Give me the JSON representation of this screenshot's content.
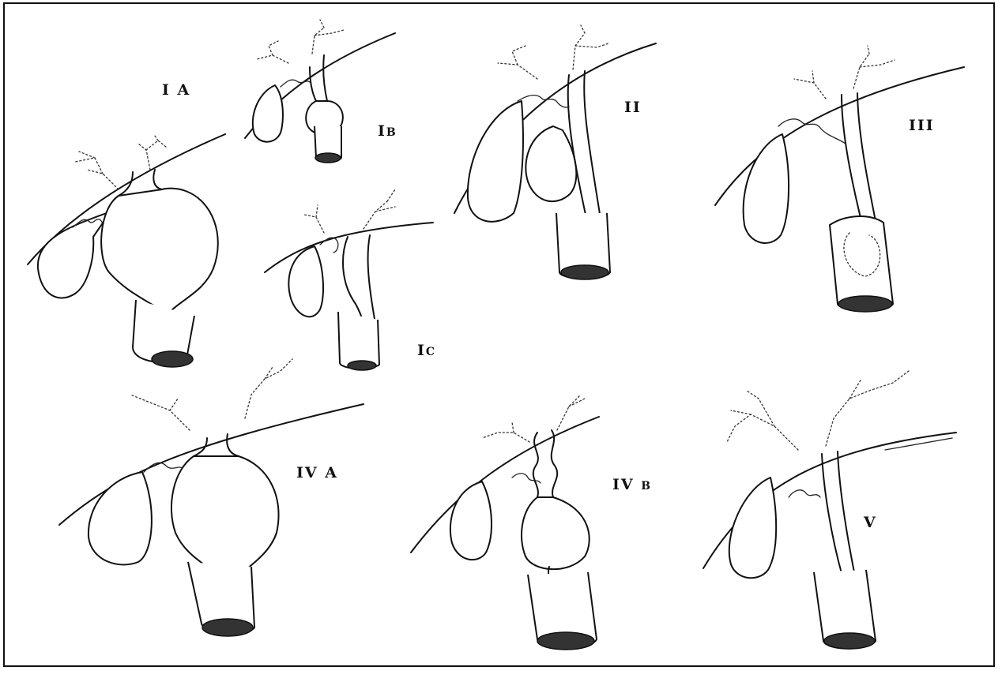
{
  "figure": {
    "panels": [
      {
        "id": "IA",
        "label_main": "I",
        "label_sub": "A"
      },
      {
        "id": "IB",
        "label_main": "I",
        "label_sub": "B"
      },
      {
        "id": "IC",
        "label_main": "I",
        "label_sub": "C"
      },
      {
        "id": "II",
        "label_main": "II",
        "label_sub": ""
      },
      {
        "id": "III",
        "label_main": "III",
        "label_sub": ""
      },
      {
        "id": "IVA",
        "label_main": "IV",
        "label_sub": "A"
      },
      {
        "id": "IVB",
        "label_main": "IV",
        "label_sub": "B"
      },
      {
        "id": "V",
        "label_main": "V",
        "label_sub": ""
      }
    ]
  }
}
